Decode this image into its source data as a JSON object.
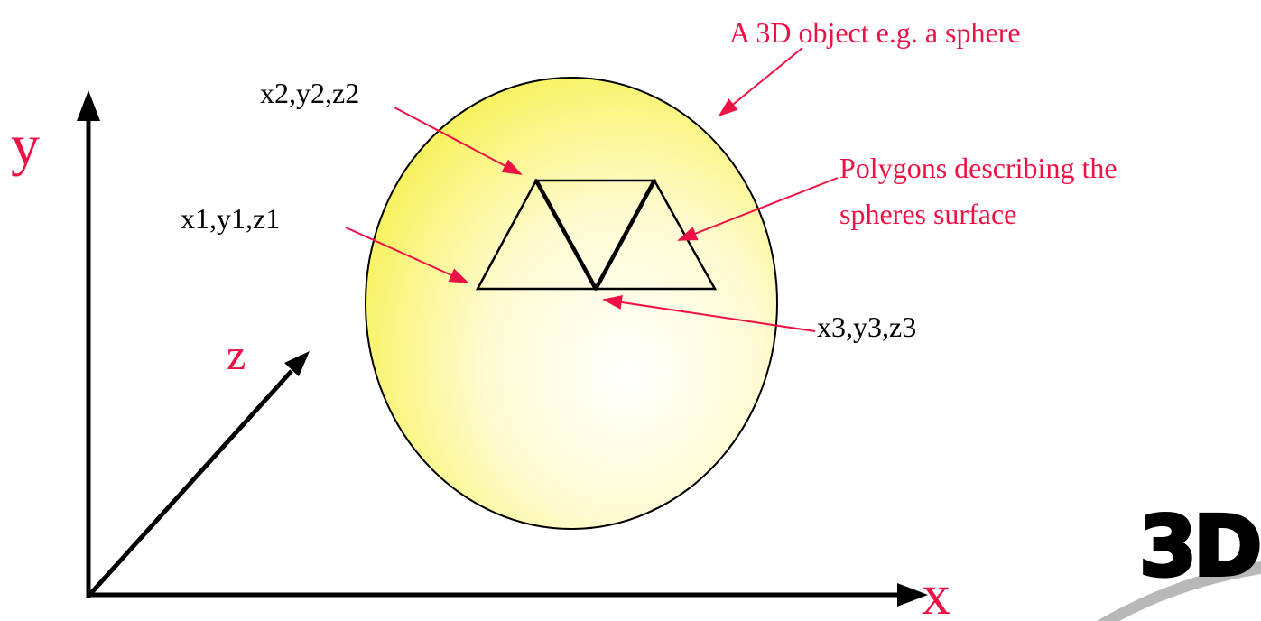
{
  "colors": {
    "annotation": "#ee1144",
    "ink": "#000000",
    "sphere_highlight": "#ffffff",
    "sphere_mid": "#fffbd2",
    "sphere_edge": "#f7f25a",
    "logo": "#000000",
    "logo_swoosh": "#b8b8b8"
  },
  "axes": {
    "x_label": "x",
    "y_label": "y",
    "z_label": "z"
  },
  "vertices": {
    "v1": "x1,y1,z1",
    "v2": "x2,y2,z2",
    "v3": "x3,y3,z3"
  },
  "annotations": {
    "object": "A 3D object e.g. a sphere",
    "polygons_line1": "Polygons describing the",
    "polygons_line2": "spheres surface"
  },
  "logo": {
    "text": "3D",
    "icon": "3d-logo-icon"
  }
}
